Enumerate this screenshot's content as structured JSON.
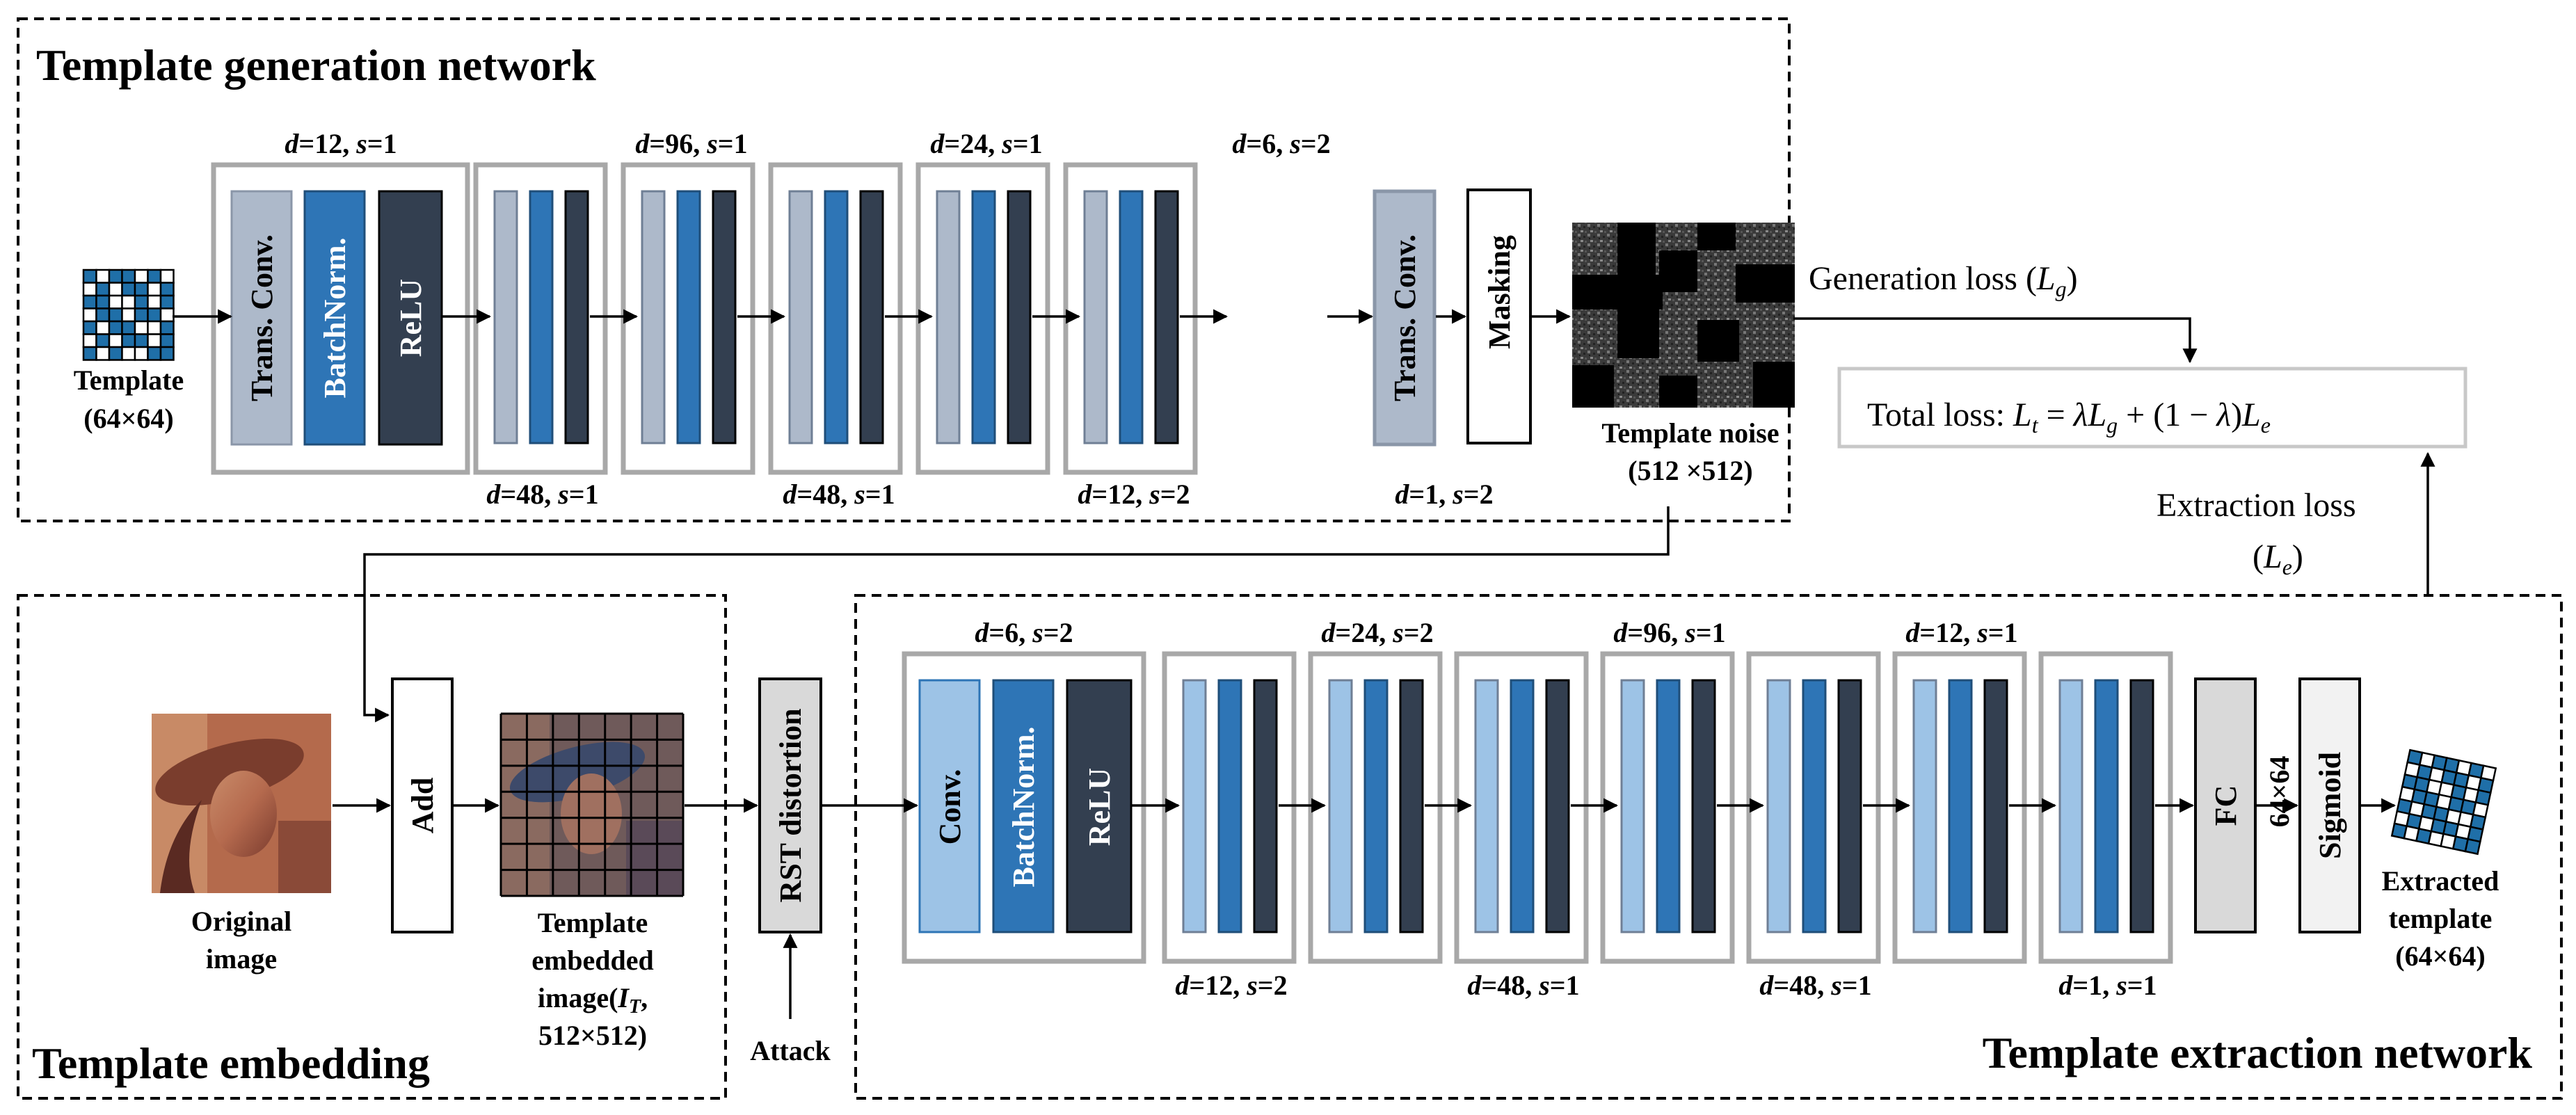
{
  "sections": {
    "generation_title": "Template generation network",
    "embedding_title": "Template embedding",
    "extraction_title": "Template extraction network"
  },
  "generation": {
    "input_label": [
      "Template",
      "(64×64)"
    ],
    "block_labels": [
      "Trans. Conv.",
      "BatchNorm.",
      "ReLU"
    ],
    "final_conv_label": "Trans. Conv.",
    "masking_label": "Masking",
    "output_label": [
      "Template noise",
      "(512 ×512)"
    ],
    "params_top": [
      {
        "d": "12",
        "s": "1"
      },
      {
        "d": "96",
        "s": "1"
      },
      {
        "d": "24",
        "s": "1"
      },
      {
        "d": "6",
        "s": "2"
      }
    ],
    "params_bottom": [
      {
        "d": "48",
        "s": "1"
      },
      {
        "d": "48",
        "s": "1"
      },
      {
        "d": "12",
        "s": "2"
      },
      {
        "d": "1",
        "s": "2"
      }
    ]
  },
  "embedding": {
    "original_label": [
      "Original",
      "image"
    ],
    "add_label": "Add",
    "embedded_label": [
      "Template",
      "embedded",
      "image(",
      "T",
      ",",
      "512×512)"
    ],
    "rst_label": "RST distortion",
    "attack_label": "Attack"
  },
  "extraction": {
    "block_labels": [
      "Conv.",
      "BatchNorm.",
      "ReLU"
    ],
    "fc_label": "FC",
    "fc_size": "64×64",
    "sigmoid_label": "Sigmoid",
    "output_label": [
      "Extracted",
      "template",
      "(64×64)"
    ],
    "params_top": [
      {
        "d": "6",
        "s": "2"
      },
      {
        "d": "24",
        "s": "2"
      },
      {
        "d": "96",
        "s": "1"
      },
      {
        "d": "12",
        "s": "1"
      }
    ],
    "params_bottom": [
      {
        "d": "12",
        "s": "2"
      },
      {
        "d": "48",
        "s": "1"
      },
      {
        "d": "48",
        "s": "1"
      },
      {
        "d": "1",
        "s": "1"
      }
    ]
  },
  "losses": {
    "generation": "Generation loss",
    "generation_symbol": "g",
    "extraction": "Extraction loss",
    "extraction_symbol": "e",
    "total_prefix": "Total loss:"
  },
  "colors": {
    "light_gray_blue": "#adb9ca",
    "mid_blue": "#2e75b6",
    "dark_navy": "#333f50",
    "light_blue": "#9dc3e6",
    "fc_gray": "#d9d9d9",
    "sigmoid_gray": "#f2f2f2",
    "block_border": "#a8a8a8"
  }
}
